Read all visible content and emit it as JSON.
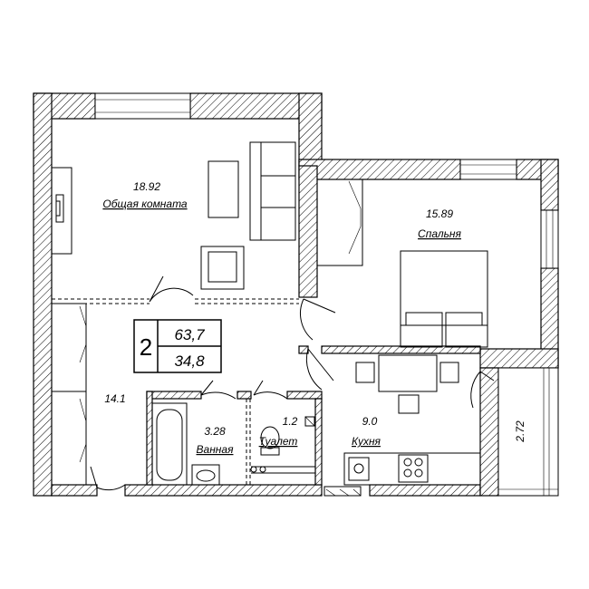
{
  "summary": {
    "rooms_count": "2",
    "total_area": "63,7",
    "living_area": "34,8"
  },
  "rooms": {
    "living": {
      "area": "18.92",
      "name": "Общая комната"
    },
    "bedroom": {
      "area": "15.89",
      "name": "Спальня"
    },
    "hall": {
      "area": "14.1"
    },
    "bathroom": {
      "area": "3.28",
      "name": "Ванная"
    },
    "toilet": {
      "area": "1.2",
      "name": "Туалет"
    },
    "kitchen": {
      "area": "9.0",
      "name": "Кухня"
    },
    "balcony": {
      "area": "2.72"
    }
  }
}
